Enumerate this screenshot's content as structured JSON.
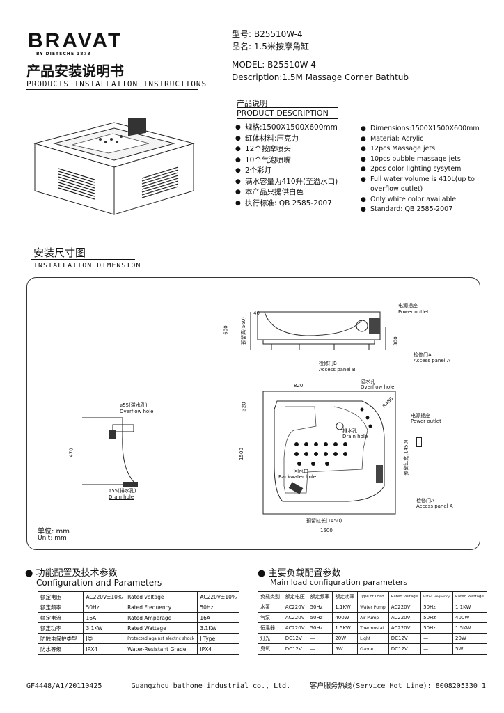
{
  "header": {
    "brand": "BRAVAT",
    "brand_sub": "BY DIETSCHE  1873",
    "title_cn": "产品安装说明书",
    "title_en": "PRODUCTS INSTALLATION INSTRUCTIONS",
    "model_cn": "型号: B25510W-4",
    "name_cn": "品名: 1.5米按摩角缸",
    "model_en": "MODEL: B25510W-4",
    "description_en": "Description:1.5M Massage Corner Bathtub"
  },
  "product_description": {
    "heading_cn": "产品说明",
    "heading_en": "PRODUCT DESCRIPTION",
    "items_cn": [
      "规格:1500X1500X600mm",
      "缸体材料:压克力",
      "12个按摩喷头",
      "10个气泡喷嘴",
      "2个彩灯",
      "满水容量为410升(至溢水口)",
      "本产品只提供白色",
      "执行标准: QB 2585-2007"
    ],
    "items_en": [
      "Dimensions:1500X1500X600mm",
      "Material: Acrylic",
      "12pcs Massage jets",
      "10pcs bubble massage jets",
      "2pcs color lighting sysytem",
      "Full water volume is 410L(up to overflow outlet)",
      "Only white color available",
      "Standard: QB 2585-2007"
    ]
  },
  "installation": {
    "heading_cn": "安装尺寸图",
    "heading_en": "INSTALLATION DIMENSION",
    "labels": {
      "power_outlet_cn": "电源插座",
      "power_outlet_en": "Power outlet",
      "access_a_cn": "检修门A",
      "access_a_en": "Access panel A",
      "access_b_cn": "检修门B",
      "access_b_en": "Access panel B",
      "overflow_cn": "溢水孔",
      "overflow_en": "Overflow hole",
      "drain_cn": "排水孔",
      "drain_en": "Drain hole",
      "backwater_cn": "回水口",
      "backwater_en": "Backwater hole",
      "overflow_dia": "⌀55(溢水孔)",
      "overflow_dia_en": "Overflow hole",
      "drain_dia": "⌀55(排水孔)",
      "drain_dia_en": "Drain hole",
      "reserve_height": "预留高(560)",
      "reserve_width": "预留缸宽(1450)",
      "reserve_length": "预留缸长(1450)"
    },
    "dims": {
      "d600": "600",
      "d40": "40",
      "d300": "300",
      "d820": "820",
      "d320": "320",
      "d480": "R480",
      "d1500_v": "1500",
      "d1500_h": "1500",
      "d470": "470"
    },
    "unit_cn": "单位: mm",
    "unit_en": "Unit: mm"
  },
  "config": {
    "heading_cn": "功能配置及技术参数",
    "heading_en": "Configuration and Parameters",
    "rows": [
      [
        "额定电压",
        "AC220V±10%",
        "Rated voltage",
        "AC220V±10%"
      ],
      [
        "额定频率",
        "50Hz",
        "Rated Frequency",
        "50Hz"
      ],
      [
        "额定电流",
        "16A",
        "Rated Amperage",
        "16A"
      ],
      [
        "额定功率",
        "3.1KW",
        "Rated Wattage",
        "3.1KW"
      ],
      [
        "防触电保护类型",
        "I类",
        "Protected against electric shock",
        "I Type"
      ],
      [
        "防水等级",
        "IPX4",
        "Water-Resistant Grade",
        "IPX4"
      ]
    ]
  },
  "load": {
    "heading_cn": "主要负载配置参数",
    "heading_en": "Main load configuration parameters",
    "header": [
      "负载类别",
      "额定电压",
      "额定频率",
      "额定功率",
      "Type of Load",
      "Rated voltage",
      "Rated Frequency",
      "Rated Wattage"
    ],
    "rows": [
      [
        "水泵",
        "AC220V",
        "50Hz",
        "1.1KW",
        "Water Pump",
        "AC220V",
        "50Hz",
        "1.1KW"
      ],
      [
        "气泵",
        "AC220V",
        "50Hz",
        "400W",
        "Air Pump",
        "AC220V",
        "50Hz",
        "400W"
      ],
      [
        "恒温器",
        "AC220V",
        "50Hz",
        "1.5KW",
        "Thermostat",
        "AC220V",
        "50Hz",
        "1.5KW"
      ],
      [
        "灯光",
        "DC12V",
        "—",
        "20W",
        "Light",
        "DC12V",
        "—",
        "20W"
      ],
      [
        "臭氧",
        "DC12V",
        "—",
        "5W",
        "Ozone",
        "DC12V",
        "—",
        "5W"
      ]
    ]
  },
  "footer": {
    "doc_code": "GF4448/A1/20110425",
    "company": "Guangzhou bathone industrial co., Ltd.",
    "hotline": "客户服务热线(Service Hot Line): 8008205330 1"
  },
  "icons": [
    "bathtub-illustration",
    "bullet-dot-icon"
  ]
}
